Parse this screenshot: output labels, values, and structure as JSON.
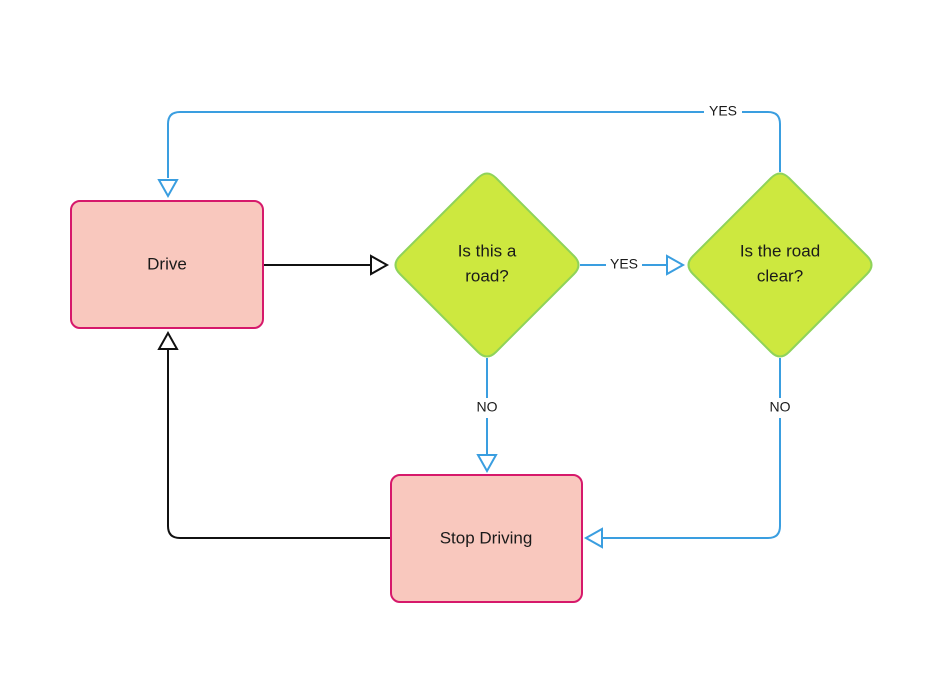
{
  "diagram": {
    "nodes": {
      "drive": {
        "label": "Drive"
      },
      "is_road": {
        "line1": "Is this a",
        "line2": "road?"
      },
      "road_clear": {
        "line1": "Is the road",
        "line2": "clear?"
      },
      "stop_driving": {
        "label": "Stop Driving"
      }
    },
    "edges": {
      "road_yes": {
        "label": "YES"
      },
      "clear_yes": {
        "label": "YES"
      },
      "road_no": {
        "label": "NO"
      },
      "clear_no": {
        "label": "NO"
      }
    },
    "colors": {
      "process_fill": "#f9c8be",
      "process_stroke": "#d6196b",
      "decision_fill": "#cde83f",
      "decision_stroke": "#8fd35a",
      "edge_blue": "#3a9ee0",
      "edge_black": "#111111"
    }
  }
}
